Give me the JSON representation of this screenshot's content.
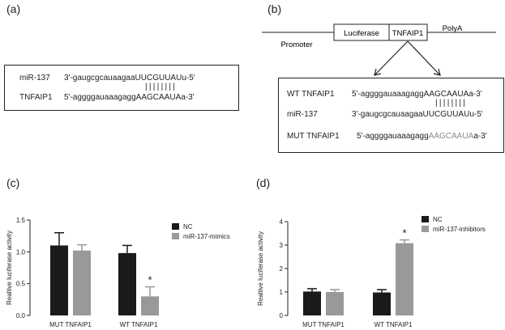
{
  "panels": {
    "a": "(a)",
    "b": "(b)",
    "c": "(c)",
    "d": "(d)"
  },
  "panel_a": {
    "row1_name": "miR-137",
    "row1_prefix": "3'-gaugcgcauaagaa",
    "row1_core": "UUCGUUAU",
    "row1_suffix": "u-5'",
    "pairs": "||||||||",
    "row2_name": "TNFAIP1",
    "row2_prefix": "5'-aggggauaaagagg",
    "row2_core": "AAGCAAUA",
    "row2_suffix": "a-3'"
  },
  "panel_b": {
    "promoter": "Promoter",
    "luciferase": "Luciferase",
    "tnfaip1": "TNFAIP1",
    "polya": "PolyA",
    "wt_name": "WT TNFAIP1",
    "wt_prefix": "5'-aggggauaaagagg",
    "wt_core": "AAGCAAUA",
    "wt_suffix": "a-3'",
    "pairs": "||||||||",
    "mir_name": "miR-137",
    "mir_prefix": "3'-gaugcgcauaagaa",
    "mir_core": "UUCGUUAU",
    "mir_suffix": "u-5'",
    "mut_name": "MUT TNFAIP1",
    "mut_prefix": "5'-aggggauaaagagg",
    "mut_core": "AAGCAAUA",
    "mut_suffix": "a-3'"
  },
  "colors": {
    "dark_bar": "#1a1a1a",
    "grey_bar": "#999999",
    "mut_text": "#8a8a8a"
  },
  "chart_data": [
    {
      "type": "bar",
      "ylabel": "Realtive luciferase activity",
      "categories": [
        "MUT TNFAIP1",
        "WT TNFAIP1"
      ],
      "ylim": [
        0,
        1.5
      ],
      "yticks": [
        "0.0",
        "0.5",
        "1.0",
        "1.5"
      ],
      "yvals": [
        0,
        0.5,
        1.0,
        1.5
      ],
      "series": [
        {
          "name": "NC",
          "values": [
            1.1,
            0.98
          ],
          "errors": [
            0.2,
            0.12
          ],
          "color": "#1a1a1a"
        },
        {
          "name": "miR-137-mimics",
          "values": [
            1.02,
            0.3
          ],
          "errors": [
            0.09,
            0.15
          ],
          "color": "#999999"
        }
      ],
      "annotations": [
        {
          "category": 1,
          "series": 1,
          "text": "*"
        }
      ],
      "legend": "top-right"
    },
    {
      "type": "bar",
      "ylabel": "Realtive luciferase activity",
      "categories": [
        "MUT TNFAIP1",
        "WT TNFAIP1"
      ],
      "ylim": [
        0,
        4
      ],
      "yticks": [
        "0",
        "1",
        "2",
        "3",
        "4"
      ],
      "yvals": [
        0,
        1,
        2,
        3,
        4
      ],
      "series": [
        {
          "name": "NC",
          "values": [
            1.02,
            0.98
          ],
          "errors": [
            0.12,
            0.12
          ],
          "color": "#1a1a1a"
        },
        {
          "name": "miR-137-inhibitors",
          "values": [
            1.0,
            3.08
          ],
          "errors": [
            0.1,
            0.14
          ],
          "color": "#999999"
        }
      ],
      "annotations": [
        {
          "category": 1,
          "series": 1,
          "text": "*"
        }
      ],
      "legend": "top-right"
    }
  ]
}
